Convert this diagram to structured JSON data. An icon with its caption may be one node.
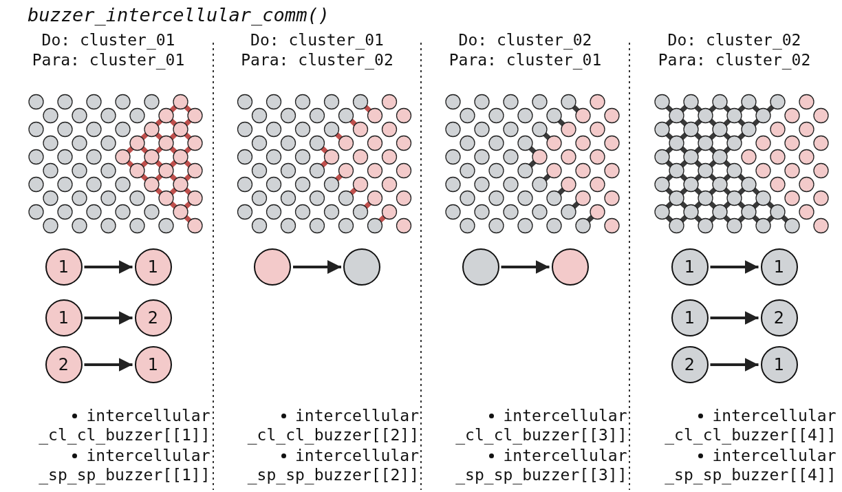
{
  "diagram": {
    "title": "buzzer_intercellular_comm()",
    "nodes": [
      {
        "text": [
          "1"
        ]
      },
      {
        "text": [
          "1"
        ]
      },
      {
        "text": [
          "1"
        ]
      },
      {
        "text": [
          "2"
        ]
      },
      {
        "text": [
          "2"
        ]
      },
      {
        "text": [
          "1"
        ]
      },
      {
        "text": [],
        "shape": "circle"
      },
      {
        "text": [],
        "shape": "circle"
      },
      {
        "text": [],
        "shape": "circle"
      },
      {
        "text": [],
        "shape": "circle"
      },
      {
        "text": [
          "1"
        ]
      },
      {
        "text": [
          "1"
        ]
      },
      {
        "text": [
          "1"
        ]
      },
      {
        "text": [
          "2"
        ]
      },
      {
        "text": [
          "2"
        ]
      },
      {
        "text": [
          "1"
        ]
      }
    ],
    "edges": [
      {
        "from": 0,
        "to": 1,
        "arrow": "to"
      },
      {
        "from": 2,
        "to": 3,
        "arrow": "to"
      },
      {
        "from": 4,
        "to": 5,
        "arrow": "to"
      },
      {
        "from": 6,
        "to": 7,
        "arrow": "to"
      },
      {
        "from": 8,
        "to": 9,
        "arrow": "to"
      },
      {
        "from": 10,
        "to": 11,
        "arrow": "to"
      },
      {
        "from": 12,
        "to": 13,
        "arrow": "to"
      },
      {
        "from": 14,
        "to": 15,
        "arrow": "to"
      }
    ],
    "labels": [
      "Do: cluster_01",
      "Para: cluster_01",
      "Do: cluster_01",
      "Para: cluster_02",
      "Do: cluster_02",
      "Para: cluster_01",
      "Do: cluster_02",
      "Para: cluster_02",
      "intercellular _cl_cl_buzzer[[1]]",
      "intercellular _sp_sp_buzzer[[1]]",
      "intercellular _cl_cl_buzzer[[2]]",
      "intercellular _sp_sp_buzzer[[2]]",
      "intercellular _cl_cl_buzzer[[3]]",
      "intercellular _sp_sp_buzzer[[3]]",
      "intercellular _cl_cl_buzzer[[4]]",
      "intercellular _sp_sp_buzzer[[4]]"
    ]
  }
}
